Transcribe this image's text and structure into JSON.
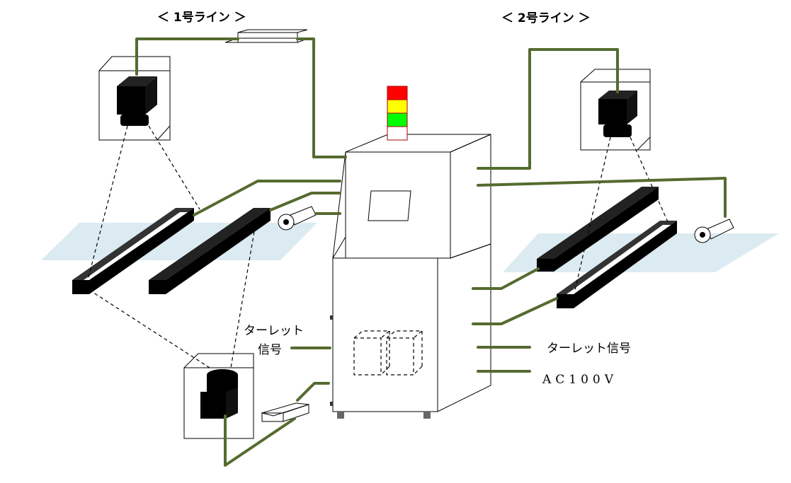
{
  "line1": {
    "title": "＜ 1号ライン ＞"
  },
  "line2": {
    "title": "＜ 2号ライン ＞"
  },
  "labels": {
    "turret_signal_left_1": "ターレット",
    "turret_signal_left_2": "信号",
    "turret_signal_right": "ターレット信号",
    "power": "AC100V"
  },
  "signal_tower": {
    "colors": [
      "#ff0000",
      "#ffff00",
      "#00ff00",
      "#ffffff"
    ]
  },
  "colors": {
    "cable": "#556b2f",
    "conveyor": "#dcebf2",
    "cabinet_outline": "#000000"
  }
}
